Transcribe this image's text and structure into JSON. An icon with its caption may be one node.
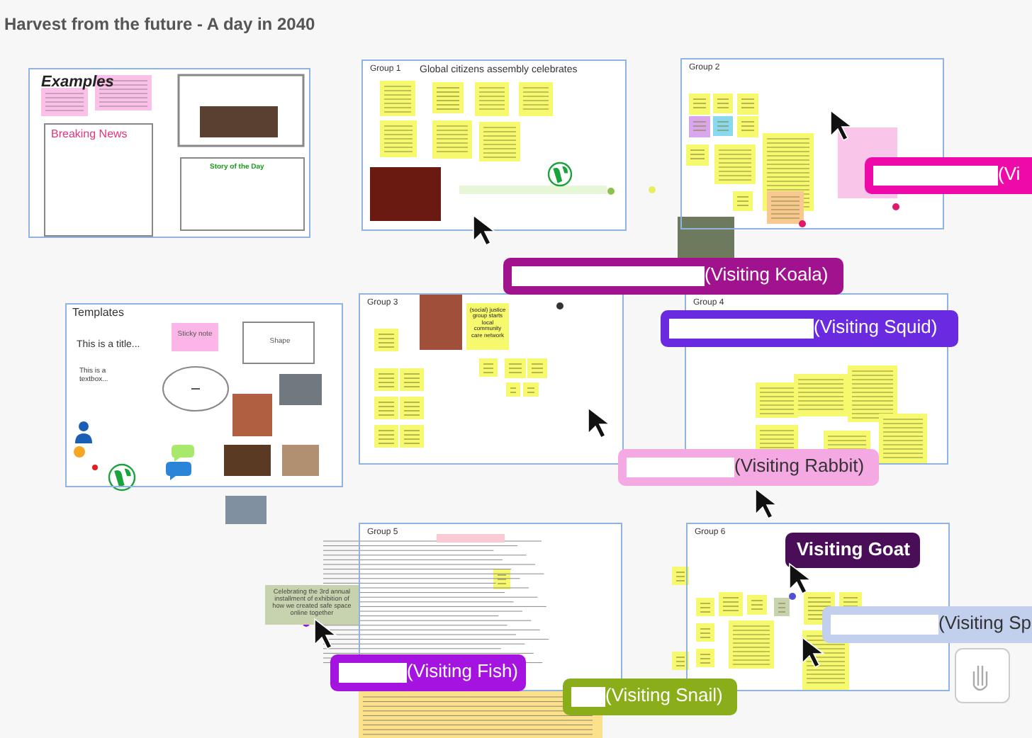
{
  "diagram": {
    "title": "Harvest from the future - A day in 2040",
    "nodes": [
      {
        "text": [
          "Examples"
        ]
      },
      {
        "text": [
          "Breaking News"
        ],
        "in": 0
      },
      {
        "text": [
          "Story of the Day"
        ],
        "in": 0
      },
      {
        "text": [
          "Group 1",
          "Global citizens assembly celebrates"
        ]
      },
      {
        "text": [
          "Group 2"
        ]
      },
      {
        "text": [
          "Templates",
          "This is a title...",
          "This is a textbox..."
        ]
      },
      {
        "text": [
          "Sticky note"
        ],
        "in": 5
      },
      {
        "text": [
          "Shape"
        ],
        "in": 5
      },
      {
        "text": [],
        "shape": "circle",
        "in": 5
      },
      {
        "text": [
          "Group 3"
        ]
      },
      {
        "text": [
          "(social) justice group starts local community care network"
        ],
        "in": 9
      },
      {
        "text": [
          "Group 4"
        ]
      },
      {
        "text": [
          "Group 5"
        ]
      },
      {
        "text": [
          "Group 6"
        ]
      },
      {
        "text": [
          "Celebrating the 3rd annual installment of exhibition of how we created safe space online together"
        ]
      },
      {
        "text": [
          "(Vi"
        ]
      },
      {
        "text": [
          "(Visiting Koala)"
        ]
      },
      {
        "text": [
          "(Visiting Squid)"
        ]
      },
      {
        "text": [
          "(Visiting Rabbit)"
        ]
      },
      {
        "text": [
          "Visiting Goat"
        ],
        "in": 13
      },
      {
        "text": [
          "(Visiting Sp"
        ]
      },
      {
        "text": [
          "(Visiting Fish)"
        ]
      },
      {
        "text": [
          "(Visiting Snail)"
        ]
      }
    ],
    "edges": []
  }
}
